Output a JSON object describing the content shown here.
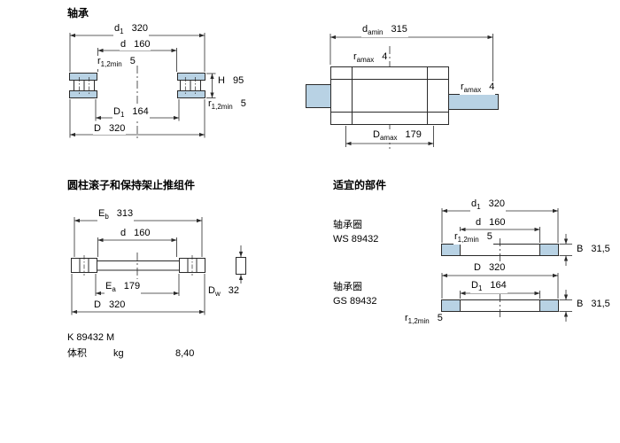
{
  "colors": {
    "steel": "#b8d2e4",
    "line": "#2a2a2a"
  },
  "bearing": {
    "title": "轴承",
    "d1": {
      "sym": "d",
      "sub": "1",
      "val": "320"
    },
    "d": {
      "sym": "d",
      "val": "160"
    },
    "r12_top": {
      "sym": "r",
      "sub": "1,2min",
      "val": "5"
    },
    "H": {
      "sym": "H",
      "val": "95"
    },
    "r12_side": {
      "sym": "r",
      "sub": "1,2min",
      "val": "5"
    },
    "D1": {
      "sym": "D",
      "sub": "1",
      "val": "164"
    },
    "D": {
      "sym": "D",
      "val": "320"
    }
  },
  "abutment": {
    "damin": {
      "sym": "d",
      "sub": "amin",
      "val": "315"
    },
    "ramax_top": {
      "sym": "r",
      "sub": "amax",
      "val": "4"
    },
    "ramax_side": {
      "sym": "r",
      "sub": "amax",
      "val": "4"
    },
    "Damax": {
      "sym": "D",
      "sub": "amax",
      "val": "179"
    }
  },
  "assembly": {
    "title": "圆柱滚子和保持架止推组件",
    "Eb": {
      "sym": "E",
      "sub": "b",
      "val": "313"
    },
    "d": {
      "sym": "d",
      "val": "160"
    },
    "Ea": {
      "sym": "E",
      "sub": "a",
      "val": "179"
    },
    "D": {
      "sym": "D",
      "val": "320"
    },
    "Dw": {
      "sym": "D",
      "sub": "w",
      "val": "32"
    },
    "designation": "K 89432 M",
    "mass_label": "体积",
    "mass_unit": "kg",
    "mass_value": "8,40"
  },
  "components": {
    "title": "适宜的部件",
    "ws": {
      "kind": "轴承圈",
      "designation": "WS 89432",
      "d1": {
        "sym": "d",
        "sub": "1",
        "val": "320"
      },
      "d": {
        "sym": "d",
        "val": "160"
      },
      "r12": {
        "sym": "r",
        "sub": "1,2min",
        "val": "5"
      },
      "B": {
        "sym": "B",
        "val": "31,5"
      }
    },
    "gs": {
      "kind": "轴承圈",
      "designation": "GS 89432",
      "D": {
        "sym": "D",
        "val": "320"
      },
      "D1": {
        "sym": "D",
        "sub": "1",
        "val": "164"
      },
      "r12": {
        "sym": "r",
        "sub": "1,2min",
        "val": "5"
      },
      "B": {
        "sym": "B",
        "val": "31,5"
      }
    }
  }
}
